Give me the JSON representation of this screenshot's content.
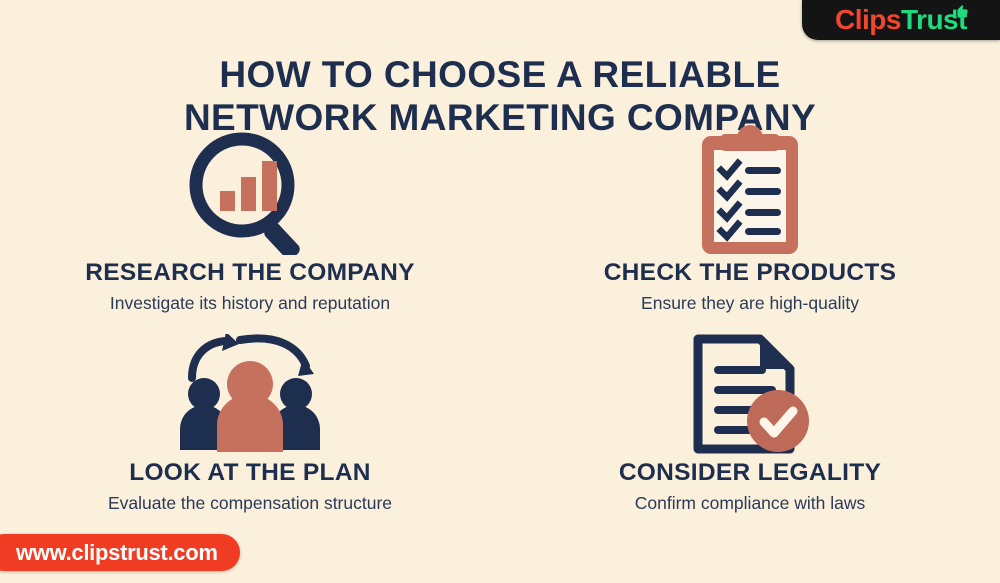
{
  "logo": {
    "part1": "Clips",
    "part2": "Trust",
    "icon": "thumbs-up-icon",
    "bg_color": "#141414",
    "part1_color": "#F0462E",
    "part2_color": "#1FDB7E"
  },
  "title": {
    "line1": "HOW TO CHOOSE A RELIABLE",
    "line2": "NETWORK MARKETING COMPANY",
    "color": "#1E2E4F"
  },
  "colors": {
    "background": "#FBF0DC",
    "navy": "#1E2E4F",
    "terracotta": "#C6705E",
    "white": "#FBF5EA",
    "banner_red": "#F03C22"
  },
  "cards": [
    {
      "icon": "magnifier-bar-chart-icon",
      "title": "RESEARCH THE COMPANY",
      "subtitle": "Investigate its history and reputation"
    },
    {
      "icon": "clipboard-checklist-icon",
      "title": "CHECK THE PRODUCTS",
      "subtitle": "Ensure they are high-quality"
    },
    {
      "icon": "people-group-arrows-icon",
      "title": "LOOK AT THE PLAN",
      "subtitle": "Evaluate the compensation structure"
    },
    {
      "icon": "document-check-icon",
      "title": "CONSIDER LEGALITY",
      "subtitle": "Confirm compliance with laws"
    }
  ],
  "url_banner": {
    "text": "www.clipstrust.com"
  }
}
